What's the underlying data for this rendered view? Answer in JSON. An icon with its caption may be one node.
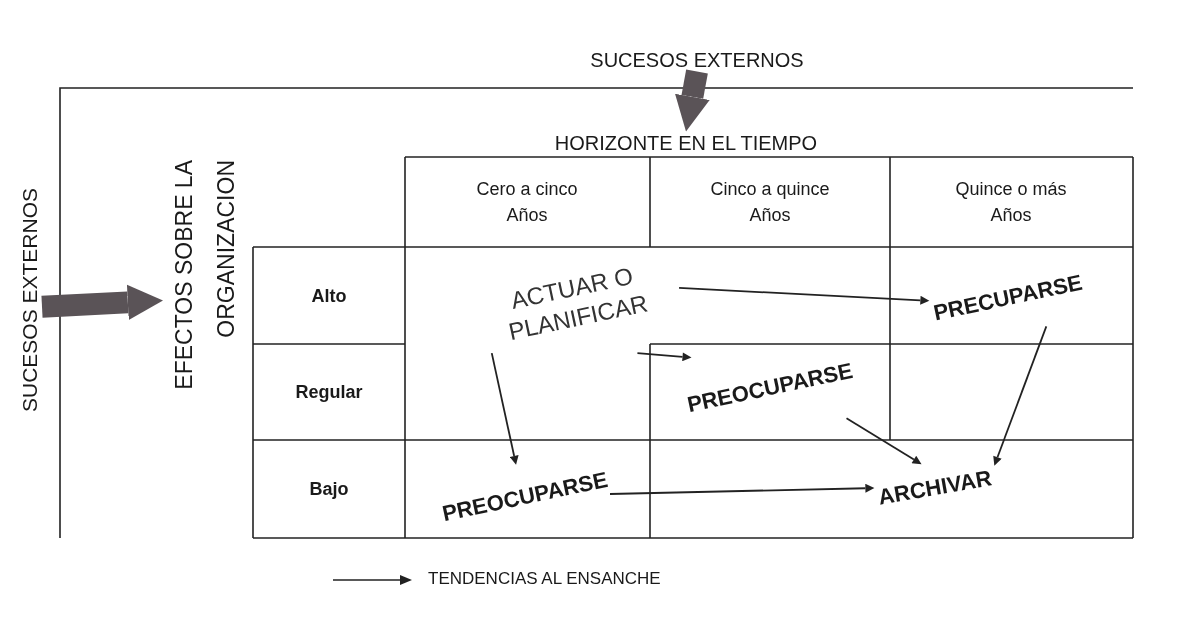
{
  "diagram": {
    "nodes": [
      {
        "text": [
          "SUCESOS EXTERNOS"
        ]
      },
      {
        "text": [
          "SUCESOS EXTERNOS"
        ]
      },
      {
        "text": [
          "HORIZONTE EN EL TIEMPO"
        ]
      },
      {
        "text": [
          "EFECTOS SOBRE LA ORGANIZACION"
        ]
      },
      {
        "text": [
          "ACTUAR O PLANIFICAR"
        ]
      },
      {
        "text": [
          "PRECUPARSE"
        ]
      },
      {
        "text": [
          "PREOCUPARSE"
        ]
      },
      {
        "text": [
          "PREOCUPARSE"
        ]
      },
      {
        "text": [
          "ARCHIVAR"
        ]
      }
    ],
    "edges": [
      {
        "from": 0,
        "to": 2,
        "arrow": "to",
        "style": "thick",
        "color": "#5a5357"
      },
      {
        "from": 1,
        "to": 3,
        "arrow": "to",
        "style": "thick",
        "color": "#5a5357"
      },
      {
        "from": 4,
        "to": 5,
        "arrow": "to"
      },
      {
        "from": 4,
        "to": 6,
        "arrow": "to"
      },
      {
        "from": 4,
        "to": 7,
        "arrow": "to"
      },
      {
        "from": 5,
        "to": 8,
        "arrow": "to"
      },
      {
        "from": 6,
        "to": 8,
        "arrow": "to"
      },
      {
        "from": 7,
        "to": 8,
        "arrow": "to"
      }
    ],
    "labels": [
      "Cero a cinco Años",
      "Cinco a quince Años",
      "Quince o más Años",
      "Alto",
      "Regular",
      "Bajo"
    ],
    "legend": [
      {
        "text": "TENDENCIAS AL ENSANCHE"
      }
    ]
  }
}
